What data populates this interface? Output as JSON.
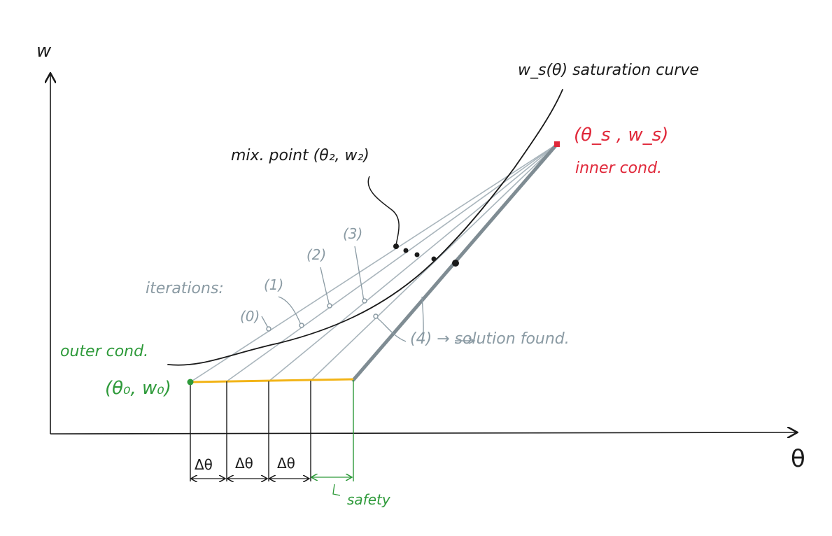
{
  "axes": {
    "y_label": "w",
    "x_label": "θ"
  },
  "labels": {
    "saturation_curve": "w_s(θ) saturation curve",
    "mix_point": "mix. point (θ₂, w₂)",
    "iterations": "iterations:",
    "iter_0": "(0)",
    "iter_1": "(1)",
    "iter_2": "(2)",
    "iter_3": "(3)",
    "iter_4": "(4) → solution found.",
    "outer_cond": "outer cond.",
    "outer_point": "(θ₀, w₀)",
    "inner_point": "(θ_s , w_s)",
    "inner_cond": "inner cond.",
    "delta_1": "Δθ",
    "delta_2": "Δθ",
    "delta_3": "Δθ",
    "safety": "safety"
  },
  "colors": {
    "ink": "#1a1a1a",
    "iteration_lines": "#a9b5bc",
    "solution_line": "#7f8c93",
    "outer": "#2e9a3a",
    "inner": "#e0283a",
    "base_line": "#f2b418",
    "safety": "#2e9a3a"
  }
}
